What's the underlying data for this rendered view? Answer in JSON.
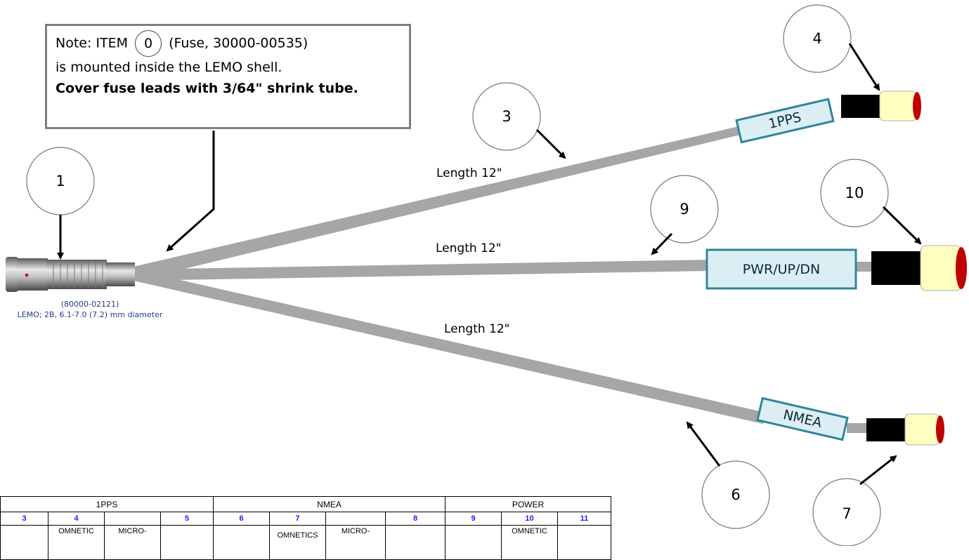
{
  "note": {
    "line1_pre": "Note:  ITEM",
    "item": "0",
    "line1_post": "(Fuse, 30000-00535)",
    "line2": "is mounted inside the LEMO shell.",
    "line3": "Cover fuse leads with 3/64\" shrink tube."
  },
  "callouts": [
    "1",
    "3",
    "4",
    "9",
    "10",
    "6",
    "7"
  ],
  "cable_lengths": [
    "Length 12\"",
    "Length 12\"",
    "Length 12\""
  ],
  "labels": {
    "top": "1PPS",
    "middle": "PWR/UP/DN",
    "bottom": "NMEA"
  },
  "lemo": {
    "part": "(80000-02121)",
    "desc": "LEMO; 2B, 6.1-7.0 (7.2) mm diameter"
  },
  "table": {
    "groups": [
      "1PPS",
      "NMEA",
      "POWER"
    ],
    "numbers": [
      "3",
      "4",
      "",
      "5",
      "6",
      "7",
      "",
      "8",
      "9",
      "10",
      "11"
    ],
    "descriptions": [
      "",
      "OMNETIC",
      "MICRO-",
      "",
      "",
      "OMNETICS",
      "MICRO-",
      "",
      "",
      "OMNETIC",
      ""
    ]
  },
  "colors": {
    "cable": "#a6a6a6",
    "label_fill": "#dbeef4",
    "label_border": "#31859c",
    "plug_body": "#ffffc0"
  }
}
